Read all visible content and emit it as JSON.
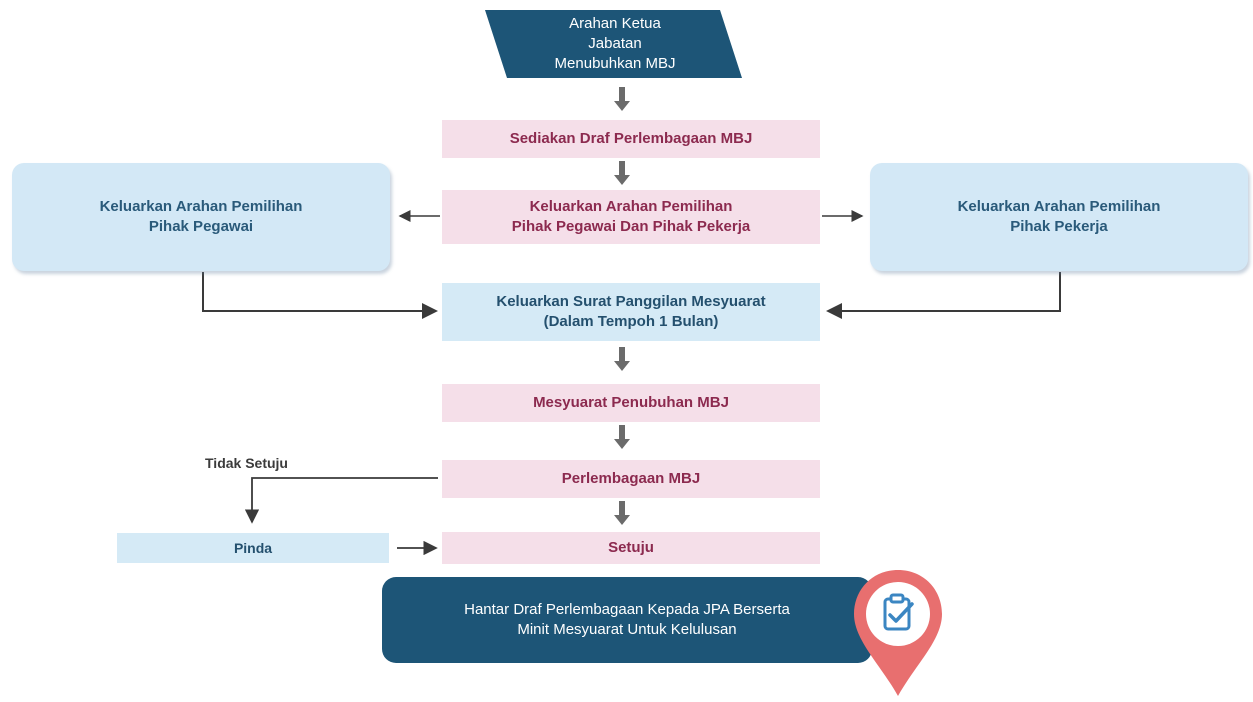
{
  "flowchart": {
    "start": "Arahan Ketua\nJabatan\nMenubuhkan MBJ",
    "step_draft": "Sediakan Draf Perlembagaan MBJ",
    "step_directive": "Keluarkan Arahan Pemilihan\nPihak Pegawai Dan Pihak Pekerja",
    "left_branch": "Keluarkan Arahan Pemilihan\nPihak Pegawai",
    "right_branch": "Keluarkan Arahan Pemilihan\nPihak Pekerja",
    "step_letter": "Keluarkan Surat Panggilan Mesyuarat\n(Dalam Tempoh 1 Bulan)",
    "step_meeting": "Mesyuarat Penubuhan MBJ",
    "step_constitution": "Perlembagaan MBJ",
    "disagree_label": "Tidak Setuju",
    "amend": "Pinda",
    "agree": "Setuju",
    "final": "Hantar Draf Perlembagaan Kepada JPA Berserta\nMinit Mesyuarat Untuk Kelulusan"
  },
  "icons": {
    "down_arrow": "down-arrow-icon",
    "final_pin": "location-pin-clipboard-icon"
  },
  "colors": {
    "dark_blue": "#1d5577",
    "pink_fill": "#f5dfe9",
    "light_blue_fill": "#d3e8f6",
    "pin_coral": "#e86f6f"
  }
}
